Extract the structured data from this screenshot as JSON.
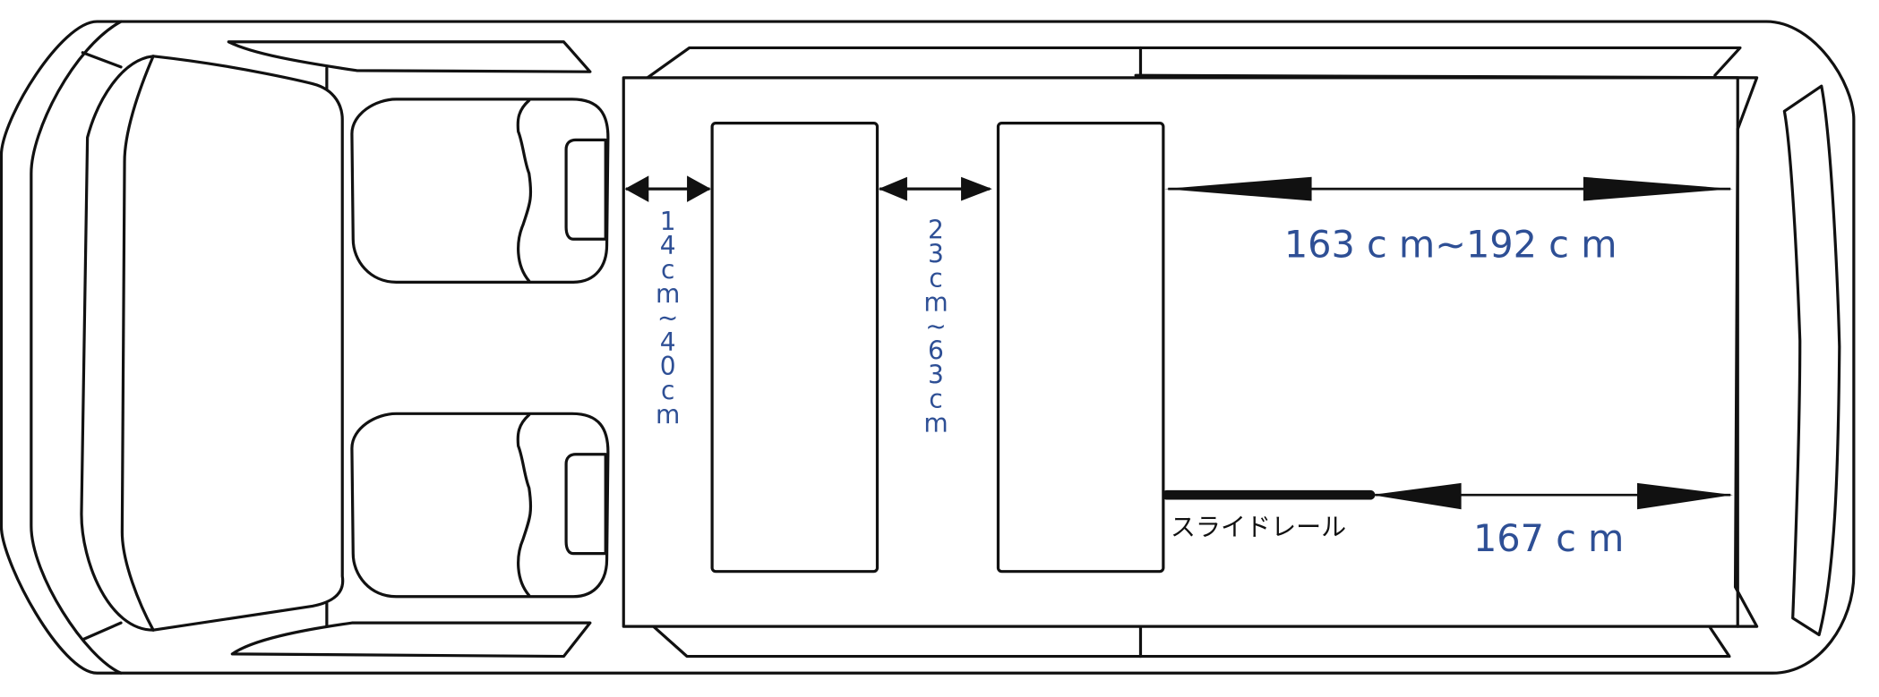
{
  "diagram": {
    "labels": {
      "front_gap": "14cm~40cm",
      "middle_gap": "23cm~63cm",
      "rear_length": "163 c m~192 c m",
      "rail_length": "167 c m",
      "slide_rail": "スライドレール"
    },
    "colors": {
      "dimension_text": "#2e4f95",
      "outline": "#111111"
    }
  }
}
